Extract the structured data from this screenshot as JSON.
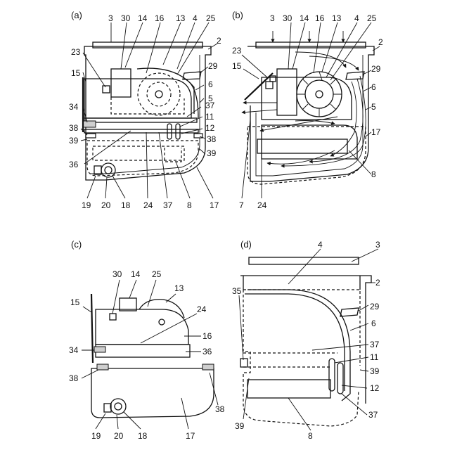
{
  "panels": {
    "a": {
      "caption": "(a)",
      "labels": {
        "n3": "3",
        "n30": "30",
        "n14": "14",
        "n16": "16",
        "n13": "13",
        "n4": "4",
        "n25": "25",
        "n2": "2",
        "n23": "23",
        "n29": "29",
        "n15": "15",
        "n6": "6",
        "n5": "5",
        "n37a": "37",
        "n34": "34",
        "n11": "11",
        "n12": "12",
        "n38a": "38",
        "n38b": "38",
        "n39a": "39",
        "n39b": "39",
        "n36": "36",
        "n19": "19",
        "n20": "20",
        "n18": "18",
        "n24": "24",
        "n37b": "37",
        "n8": "8",
        "n17": "17"
      }
    },
    "b": {
      "caption": "(b)",
      "labels": {
        "n3": "3",
        "n30": "30",
        "n14": "14",
        "n16": "16",
        "n13": "13",
        "n4": "4",
        "n25": "25",
        "n2": "2",
        "n23": "23",
        "n15": "15",
        "n29": "29",
        "n6": "6",
        "n5": "5",
        "n17": "17",
        "n8": "8",
        "n7": "7",
        "n24": "24"
      }
    },
    "c": {
      "caption": "(c)",
      "labels": {
        "n30": "30",
        "n14": "14",
        "n25": "25",
        "n13": "13",
        "n15": "15",
        "n24": "24",
        "n16": "16",
        "n34": "34",
        "n36": "36",
        "n38a": "38",
        "n38b": "38",
        "n19": "19",
        "n20": "20",
        "n18": "18",
        "n17": "17"
      }
    },
    "d": {
      "caption": "(d)",
      "labels": {
        "n4": "4",
        "n3": "3",
        "n2": "2",
        "n35": "35",
        "n29": "29",
        "n6": "6",
        "n37a": "37",
        "n11": "11",
        "n39a": "39",
        "n12": "12",
        "n39b": "39",
        "n8": "8",
        "n37b": "37"
      }
    }
  }
}
